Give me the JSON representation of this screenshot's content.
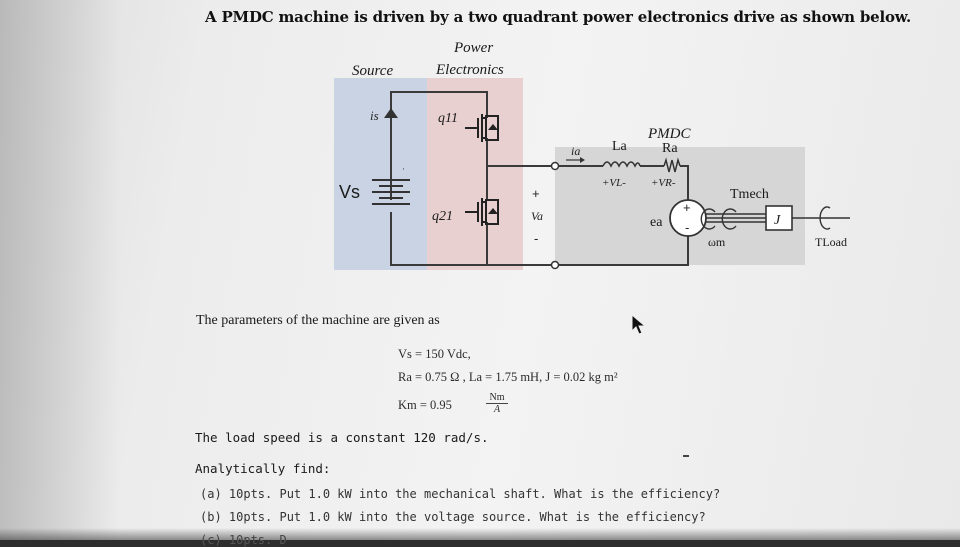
{
  "title": "A PMDC machine is driven by a two quadrant power electronics drive as shown below.",
  "diagram": {
    "label_source": "Source",
    "label_power": "Power",
    "label_electronics": "Electronics",
    "label_is": "is",
    "label_q11": "q11",
    "label_q21": "q21",
    "label_vs": "Vs",
    "label_pmdc": "PMDC",
    "label_ia": "ia",
    "label_la": "La",
    "label_ra": "Ra",
    "label_vl": "+VL-",
    "label_vr": "+VR-",
    "label_plus": "+",
    "label_va": "Va",
    "label_minus": "-",
    "label_ea": "ea",
    "label_omega": "ωm",
    "label_tmech": "Tmech",
    "label_j": "J",
    "label_tload": "TLoad",
    "colors": {
      "source_bg": "#c9d3e3",
      "power_bg": "#e8cfd0",
      "pmdc_bg": "#d6d6d6",
      "wire": "#3a3a3a"
    }
  },
  "params_heading": "The parameters of the machine are given as",
  "eq1": "Vs = 150 Vdc,",
  "eq2": "Ra = 0.75 Ω , La = 1.75 mH, J = 0.02 kg m²",
  "eq3": "Km = 0.95",
  "eq3_num": "Nm",
  "eq3_den": "A",
  "load_speed": "The load speed is a constant 120 rad/s.",
  "find": "Analytically find:",
  "item_a": "(a) 10pts. Put 1.0 kW into the mechanical shaft. What is the efficiency?",
  "item_b": "(b) 10pts. Put 1.0 kW into the voltage source. What is the efficiency?",
  "item_c": "(c) 10pts. D"
}
